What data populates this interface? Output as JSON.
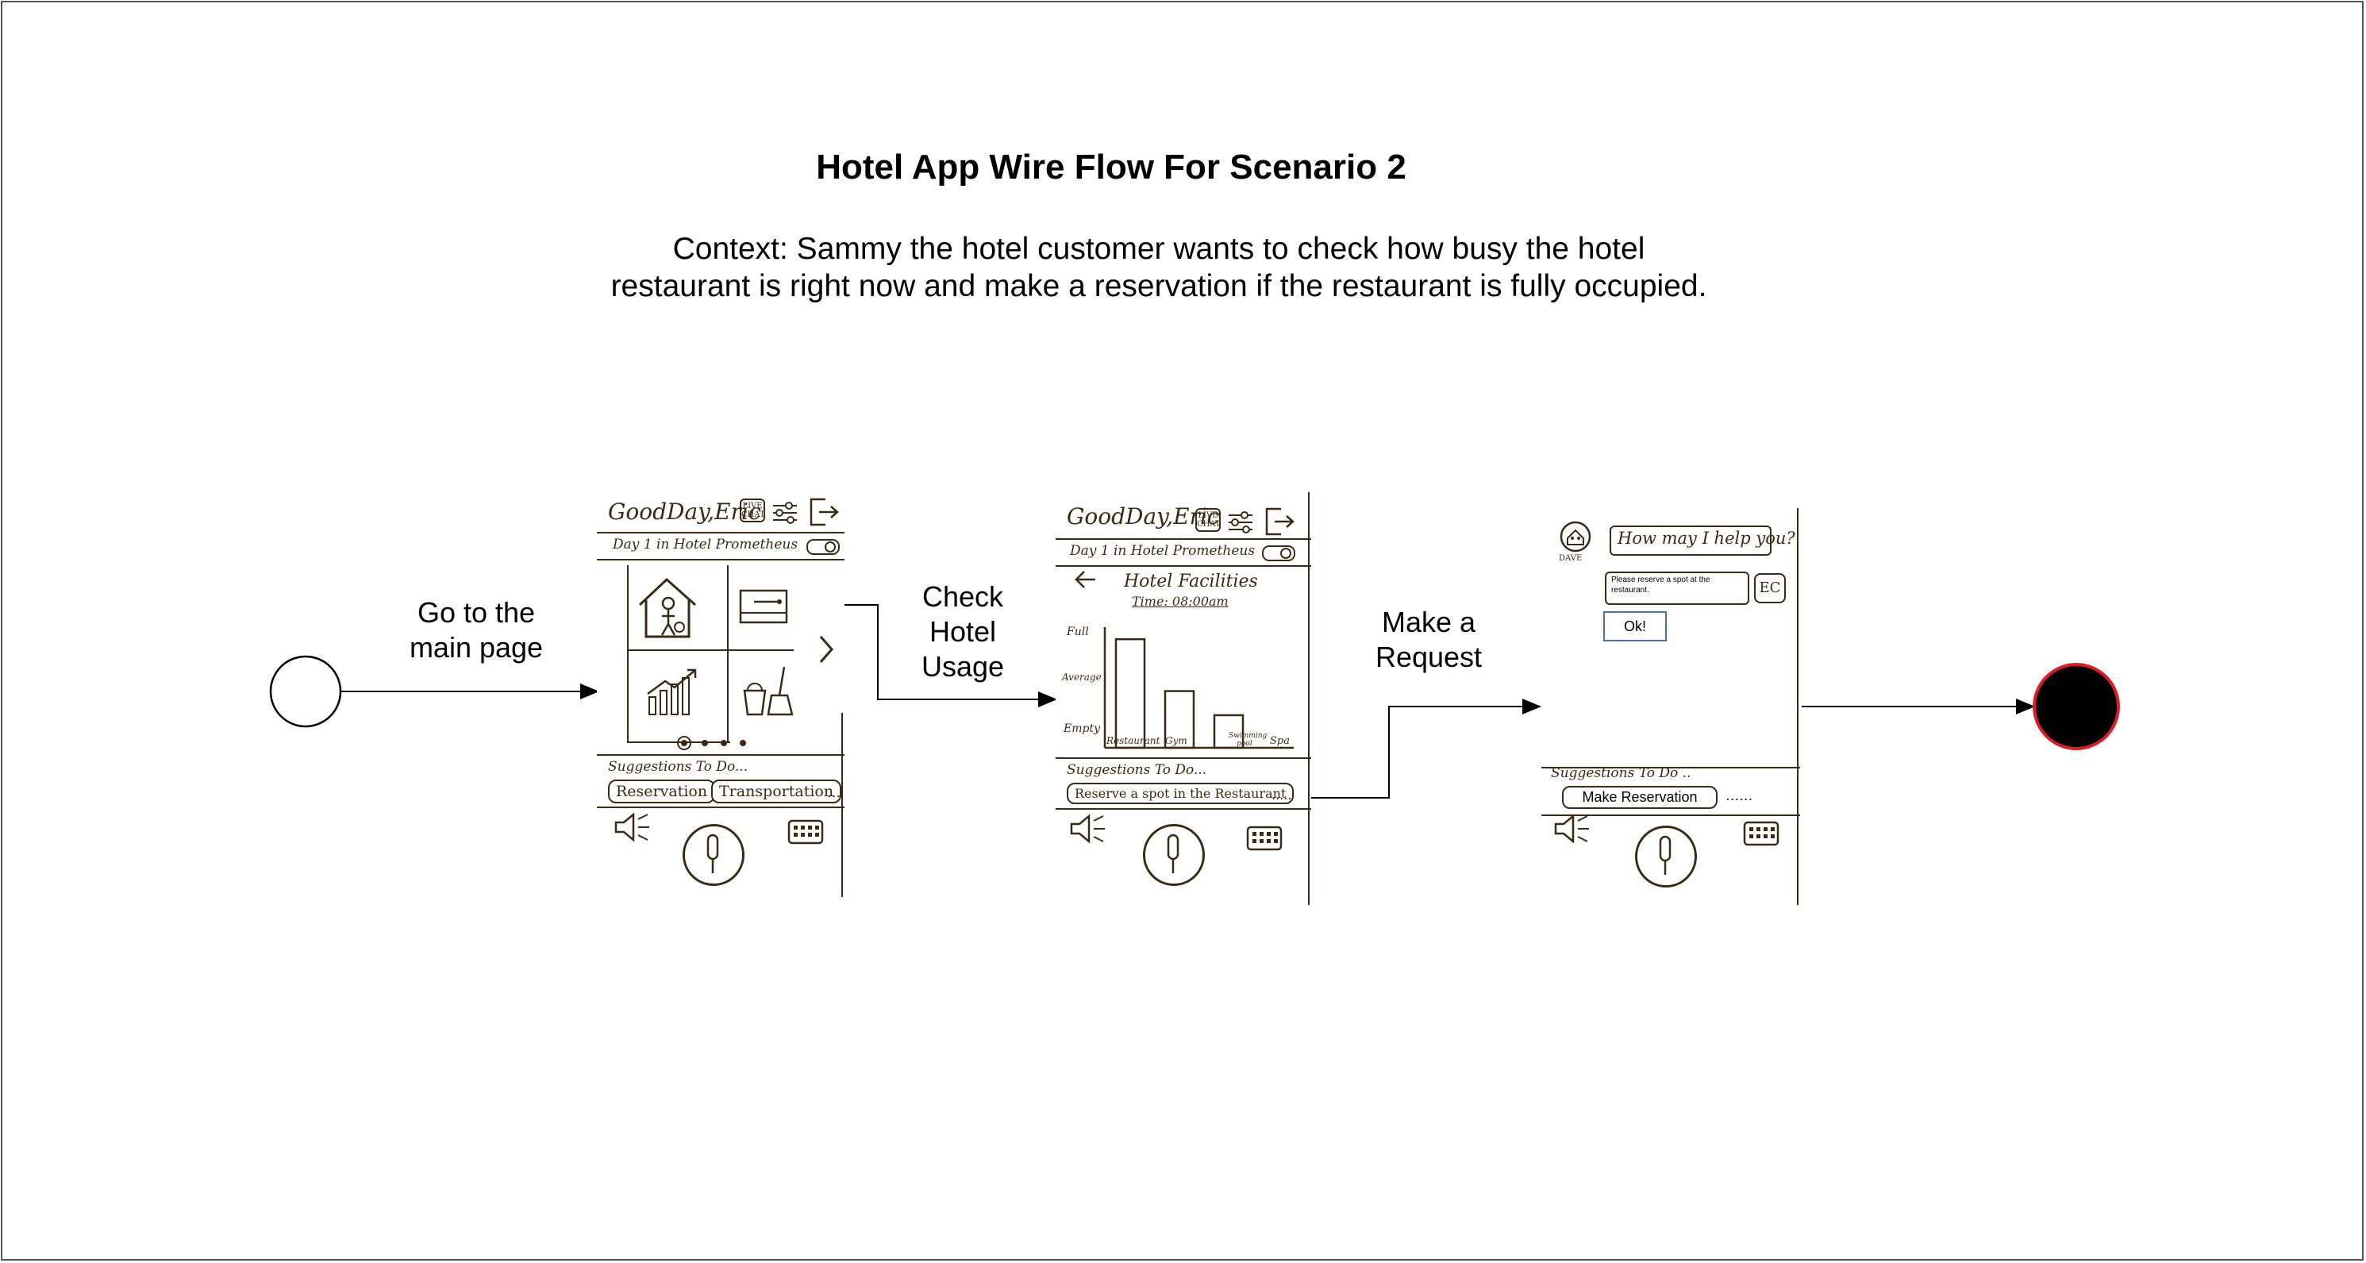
{
  "title": "Hotel App Wire Flow For Scenario 2",
  "context": {
    "line1": "Context: Sammy the hotel customer wants to check how busy the hotel",
    "line2": "restaurant is right now and make a reservation if the restaurant is fully occupied."
  },
  "steps": [
    {
      "line1": "Go to the",
      "line2": "main page"
    },
    {
      "line1": "Check",
      "line2": "Hotel",
      "line3": "Usage"
    },
    {
      "line1": "Make a",
      "line2": "Request"
    }
  ],
  "screen1": {
    "greeting": "GoodDay,Eric",
    "live_chat": "LIVE CHAT",
    "day_line": "Day 1 in Hotel Prometheus",
    "suggestions": "Suggestions To Do...",
    "chip1": "Reservation",
    "chip2": "Transportation",
    "more": "..."
  },
  "screen2": {
    "greeting": "GoodDay,Eric",
    "live_chat": "LIVE CHAT",
    "day_line": "Day 1 in Hotel Prometheus",
    "heading": "Hotel Facilities",
    "time": "Time: 08:00am",
    "y_full": "Full",
    "y_average": "Average",
    "y_empty": "Empty",
    "x_labels": [
      "Restaurant",
      "Gym",
      "Swimming pool",
      "Spa"
    ],
    "suggestions": "Suggestions To Do...",
    "chip": "Reserve a spot in the Restaurant",
    "more": "....."
  },
  "screen3": {
    "bot_name": "DAVE",
    "prompt": "How may I help you?",
    "user_message": "Please reserve a spot at the restaurant.",
    "user_initials": "EC",
    "ok": "Ok!",
    "suggestions": "Suggestions To Do ..",
    "chip": "Make Reservation",
    "more": "......"
  },
  "chart_data": {
    "type": "bar",
    "categories": [
      "Restaurant",
      "Gym",
      "Swimming pool",
      "Spa"
    ],
    "values": [
      0.9,
      0.47,
      0.27,
      0.0
    ],
    "ylabels": [
      "Empty",
      "Average",
      "Full"
    ]
  }
}
